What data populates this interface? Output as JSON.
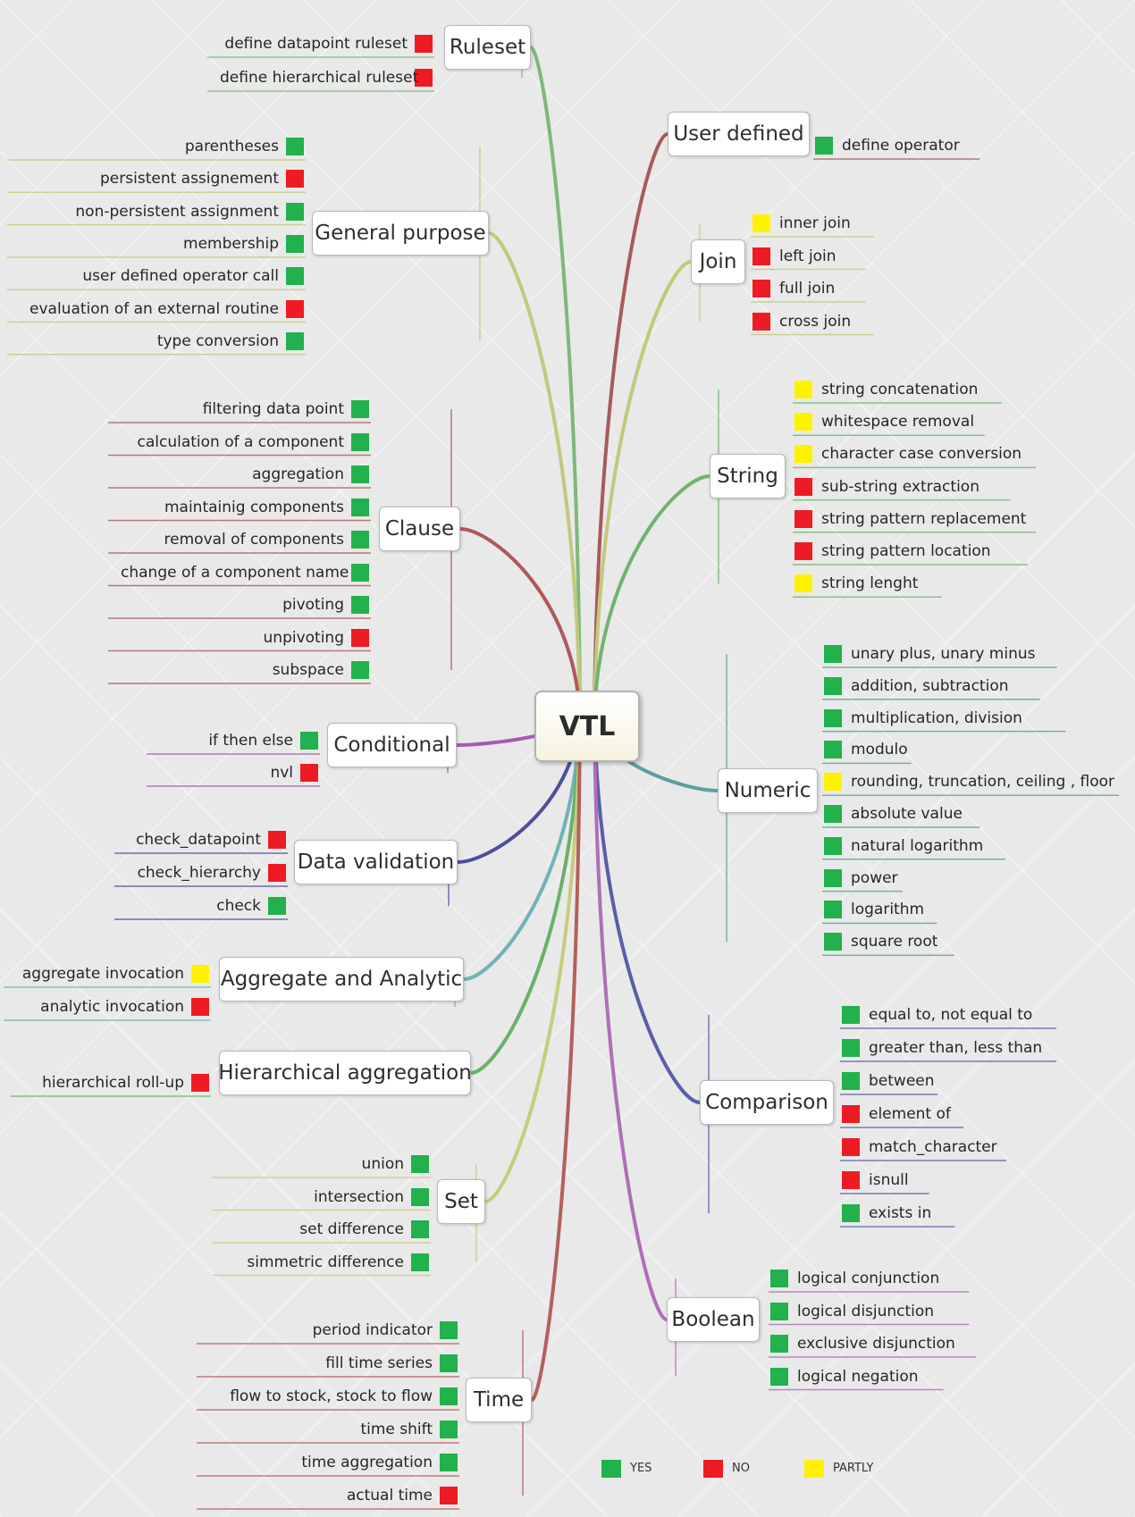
{
  "root": {
    "label": "VTL"
  },
  "colors": {
    "yes": "#22b14c",
    "no": "#ed1c24",
    "partly": "#fff200"
  },
  "legend": [
    {
      "label": "YES",
      "status": "yes"
    },
    {
      "label": "NO",
      "status": "no"
    },
    {
      "label": "PARTLY",
      "status": "partly"
    }
  ],
  "branches": [
    {
      "label": "Ruleset",
      "side": "left",
      "color": "#7fb87a",
      "items": [
        {
          "label": "define datapoint ruleset",
          "status": "no"
        },
        {
          "label": "define hierarchical ruleset",
          "status": "no"
        }
      ]
    },
    {
      "label": "General purpose",
      "side": "left",
      "color": "#c2c97e",
      "items": [
        {
          "label": "parentheses",
          "status": "yes"
        },
        {
          "label": "persistent assignement",
          "status": "no"
        },
        {
          "label": "non-persistent assignment",
          "status": "yes"
        },
        {
          "label": "membership",
          "status": "yes"
        },
        {
          "label": "user defined operator call",
          "status": "yes"
        },
        {
          "label": "evaluation of an external routine",
          "status": "no"
        },
        {
          "label": "type conversion",
          "status": "yes"
        }
      ]
    },
    {
      "label": "Clause",
      "side": "left",
      "color": "#b0585a",
      "items": [
        {
          "label": "filtering data point",
          "status": "yes"
        },
        {
          "label": "calculation of a component",
          "status": "yes"
        },
        {
          "label": "aggregation",
          "status": "yes"
        },
        {
          "label": "maintainig components",
          "status": "yes"
        },
        {
          "label": "removal of components",
          "status": "yes"
        },
        {
          "label": "change of a component name",
          "status": "yes"
        },
        {
          "label": "pivoting",
          "status": "yes"
        },
        {
          "label": "unpivoting",
          "status": "no"
        },
        {
          "label": "subspace",
          "status": "yes"
        }
      ]
    },
    {
      "label": "Conditional",
      "side": "left",
      "color": "#a35bb3",
      "items": [
        {
          "label": "if then else",
          "status": "yes"
        },
        {
          "label": "nvl",
          "status": "no"
        }
      ]
    },
    {
      "label": "Data validation",
      "side": "left",
      "color": "#4d4f9e",
      "items": [
        {
          "label": "check_datapoint",
          "status": "no"
        },
        {
          "label": "check_hierarchy",
          "status": "no"
        },
        {
          "label": "check",
          "status": "yes"
        }
      ]
    },
    {
      "label": "Aggregate and Analytic",
      "side": "left",
      "color": "#70b2b7",
      "items": [
        {
          "label": "aggregate invocation",
          "status": "partly"
        },
        {
          "label": "analytic invocation",
          "status": "no"
        }
      ]
    },
    {
      "label": "Hierarchical aggregation",
      "side": "left",
      "color": "#6ab06a",
      "items": [
        {
          "label": "hierarchical roll-up",
          "status": "no"
        }
      ]
    },
    {
      "label": "Set",
      "side": "left",
      "color": "#c6cc7e",
      "items": [
        {
          "label": "union",
          "status": "yes"
        },
        {
          "label": "intersection",
          "status": "yes"
        },
        {
          "label": "set difference",
          "status": "yes"
        },
        {
          "label": "simmetric difference",
          "status": "yes"
        }
      ]
    },
    {
      "label": "Time",
      "side": "left",
      "color": "#b3605c",
      "items": [
        {
          "label": "period indicator",
          "status": "yes"
        },
        {
          "label": "fill time series",
          "status": "yes"
        },
        {
          "label": "flow to stock, stock to flow",
          "status": "yes"
        },
        {
          "label": "time shift",
          "status": "yes"
        },
        {
          "label": "time aggregation",
          "status": "yes"
        },
        {
          "label": "actual time",
          "status": "no"
        }
      ]
    },
    {
      "label": "User defined",
      "side": "right",
      "color": "#a85a5a",
      "items": [
        {
          "label": "define operator",
          "status": "yes"
        }
      ]
    },
    {
      "label": "Join",
      "side": "right",
      "color": "#c4c87c",
      "items": [
        {
          "label": "inner join",
          "status": "partly"
        },
        {
          "label": "left join",
          "status": "no"
        },
        {
          "label": "full join",
          "status": "no"
        },
        {
          "label": "cross join",
          "status": "no"
        }
      ]
    },
    {
      "label": "String",
      "side": "right",
      "color": "#6fb46f",
      "items": [
        {
          "label": "string concatenation",
          "status": "partly"
        },
        {
          "label": "whitespace removal",
          "status": "partly"
        },
        {
          "label": "character case conversion",
          "status": "partly"
        },
        {
          "label": "sub-string extraction",
          "status": "no"
        },
        {
          "label": "string pattern replacement",
          "status": "no"
        },
        {
          "label": "string pattern location",
          "status": "no"
        },
        {
          "label": "string lenght",
          "status": "partly"
        }
      ]
    },
    {
      "label": "Numeric",
      "side": "right",
      "color": "#5c9ea0",
      "items": [
        {
          "label": "unary plus, unary minus",
          "status": "yes"
        },
        {
          "label": "addition, subtraction",
          "status": "yes"
        },
        {
          "label": "multiplication, division",
          "status": "yes"
        },
        {
          "label": "modulo",
          "status": "yes"
        },
        {
          "label": "rounding, truncation, ceiling , floor",
          "status": "partly"
        },
        {
          "label": "absolute value",
          "status": "yes"
        },
        {
          "label": "natural logarithm",
          "status": "yes"
        },
        {
          "label": "power",
          "status": "yes"
        },
        {
          "label": "logarithm",
          "status": "yes"
        },
        {
          "label": "square root",
          "status": "yes"
        }
      ]
    },
    {
      "label": "Comparison",
      "side": "right",
      "color": "#585fa6",
      "items": [
        {
          "label": "equal to, not equal to",
          "status": "yes"
        },
        {
          "label": "greater than, less than",
          "status": "yes"
        },
        {
          "label": "between",
          "status": "yes"
        },
        {
          "label": "element of",
          "status": "no"
        },
        {
          "label": "match_character",
          "status": "no"
        },
        {
          "label": "isnull",
          "status": "no"
        },
        {
          "label": "exists in",
          "status": "yes"
        }
      ]
    },
    {
      "label": "Boolean",
      "side": "right",
      "color": "#b06eb8",
      "items": [
        {
          "label": "logical conjunction",
          "status": "yes"
        },
        {
          "label": "logical disjunction",
          "status": "yes"
        },
        {
          "label": "exclusive disjunction",
          "status": "yes"
        },
        {
          "label": "logical negation",
          "status": "yes"
        }
      ]
    }
  ]
}
